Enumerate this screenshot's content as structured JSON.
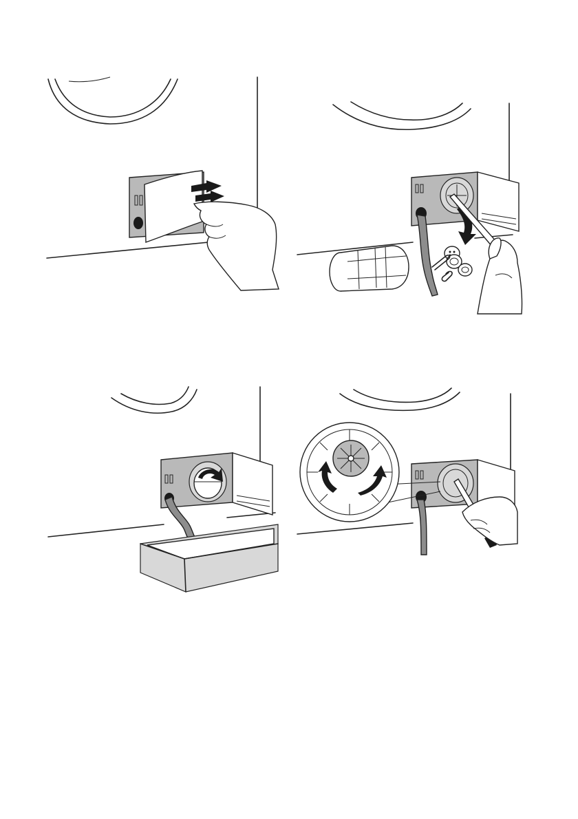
{
  "page": {
    "background": "#ffffff",
    "line_color": "#222222",
    "panel_grey": "#b9b9b9",
    "hose_grey": "#8d8d8d"
  },
  "illustrations": [
    {
      "id": "step-1-open-flap",
      "icons": [
        "pointing-hand-icon",
        "push-arrows-icon",
        "service-flap"
      ]
    },
    {
      "id": "step-2-remove-filter",
      "icons": [
        "filter-cartridge",
        "coins-and-paperclips",
        "down-arrow-icon",
        "screwdriver-hand"
      ]
    },
    {
      "id": "step-3-drain-water",
      "icons": [
        "rotate-arrow-icon",
        "drain-hose",
        "water-tray"
      ]
    },
    {
      "id": "step-4-turn-impeller",
      "icons": [
        "magnifier-detail",
        "rotate-left-arrow-icon",
        "rotate-right-arrow-icon",
        "screwdriver-hand"
      ]
    }
  ]
}
